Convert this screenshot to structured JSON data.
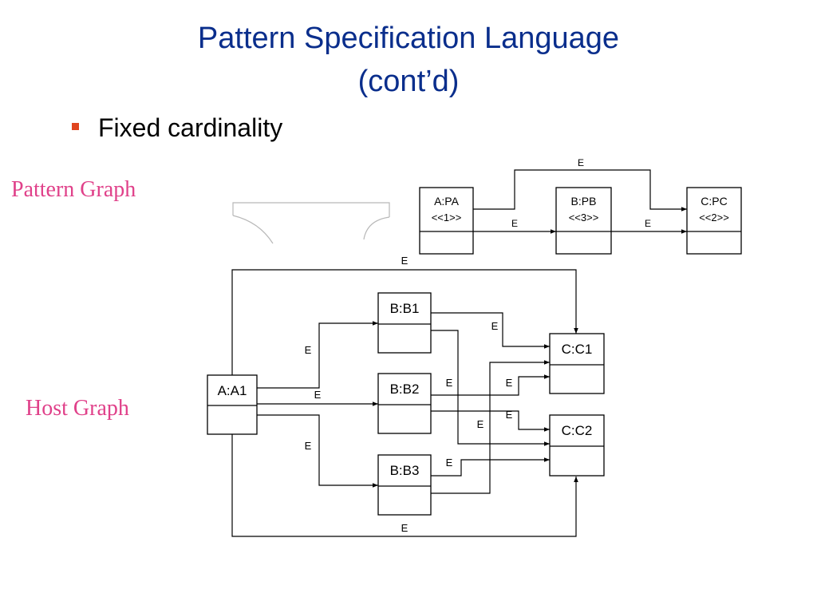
{
  "slide": {
    "title_line1": "Pattern Specification Language",
    "title_line2": "(cont’d)",
    "bullet": "Fixed cardinality",
    "label_pattern": "Pattern Graph",
    "label_host": "Host Graph"
  },
  "colors": {
    "title": "#0a2e8c",
    "bullet": "#e0451f",
    "side_label": "#e0418a"
  },
  "pattern_graph": {
    "nodes": {
      "pa": {
        "name": "A:PA",
        "card": "<<1>>"
      },
      "pb": {
        "name": "B:PB",
        "card": "<<3>>"
      },
      "pc": {
        "name": "C:PC",
        "card": "<<2>>"
      }
    },
    "edge_labels": {
      "top": "E",
      "pa_pb": "E",
      "pb_pc": "E"
    }
  },
  "host_graph": {
    "nodes": {
      "a1": "A:A1",
      "b1": "B:B1",
      "b2": "B:B2",
      "b3": "B:B3",
      "c1": "C:C1",
      "c2": "C:C2"
    },
    "edge_labels": {
      "top": "E",
      "bottom": "E",
      "a1_b1": "E",
      "a1_b2": "E",
      "a1_b3": "E",
      "b1_c1": "E",
      "b2_c1": "E",
      "b2_c2": "E",
      "b3_c1": "E",
      "b3_c2": "E",
      "b1_c2": "E"
    }
  }
}
